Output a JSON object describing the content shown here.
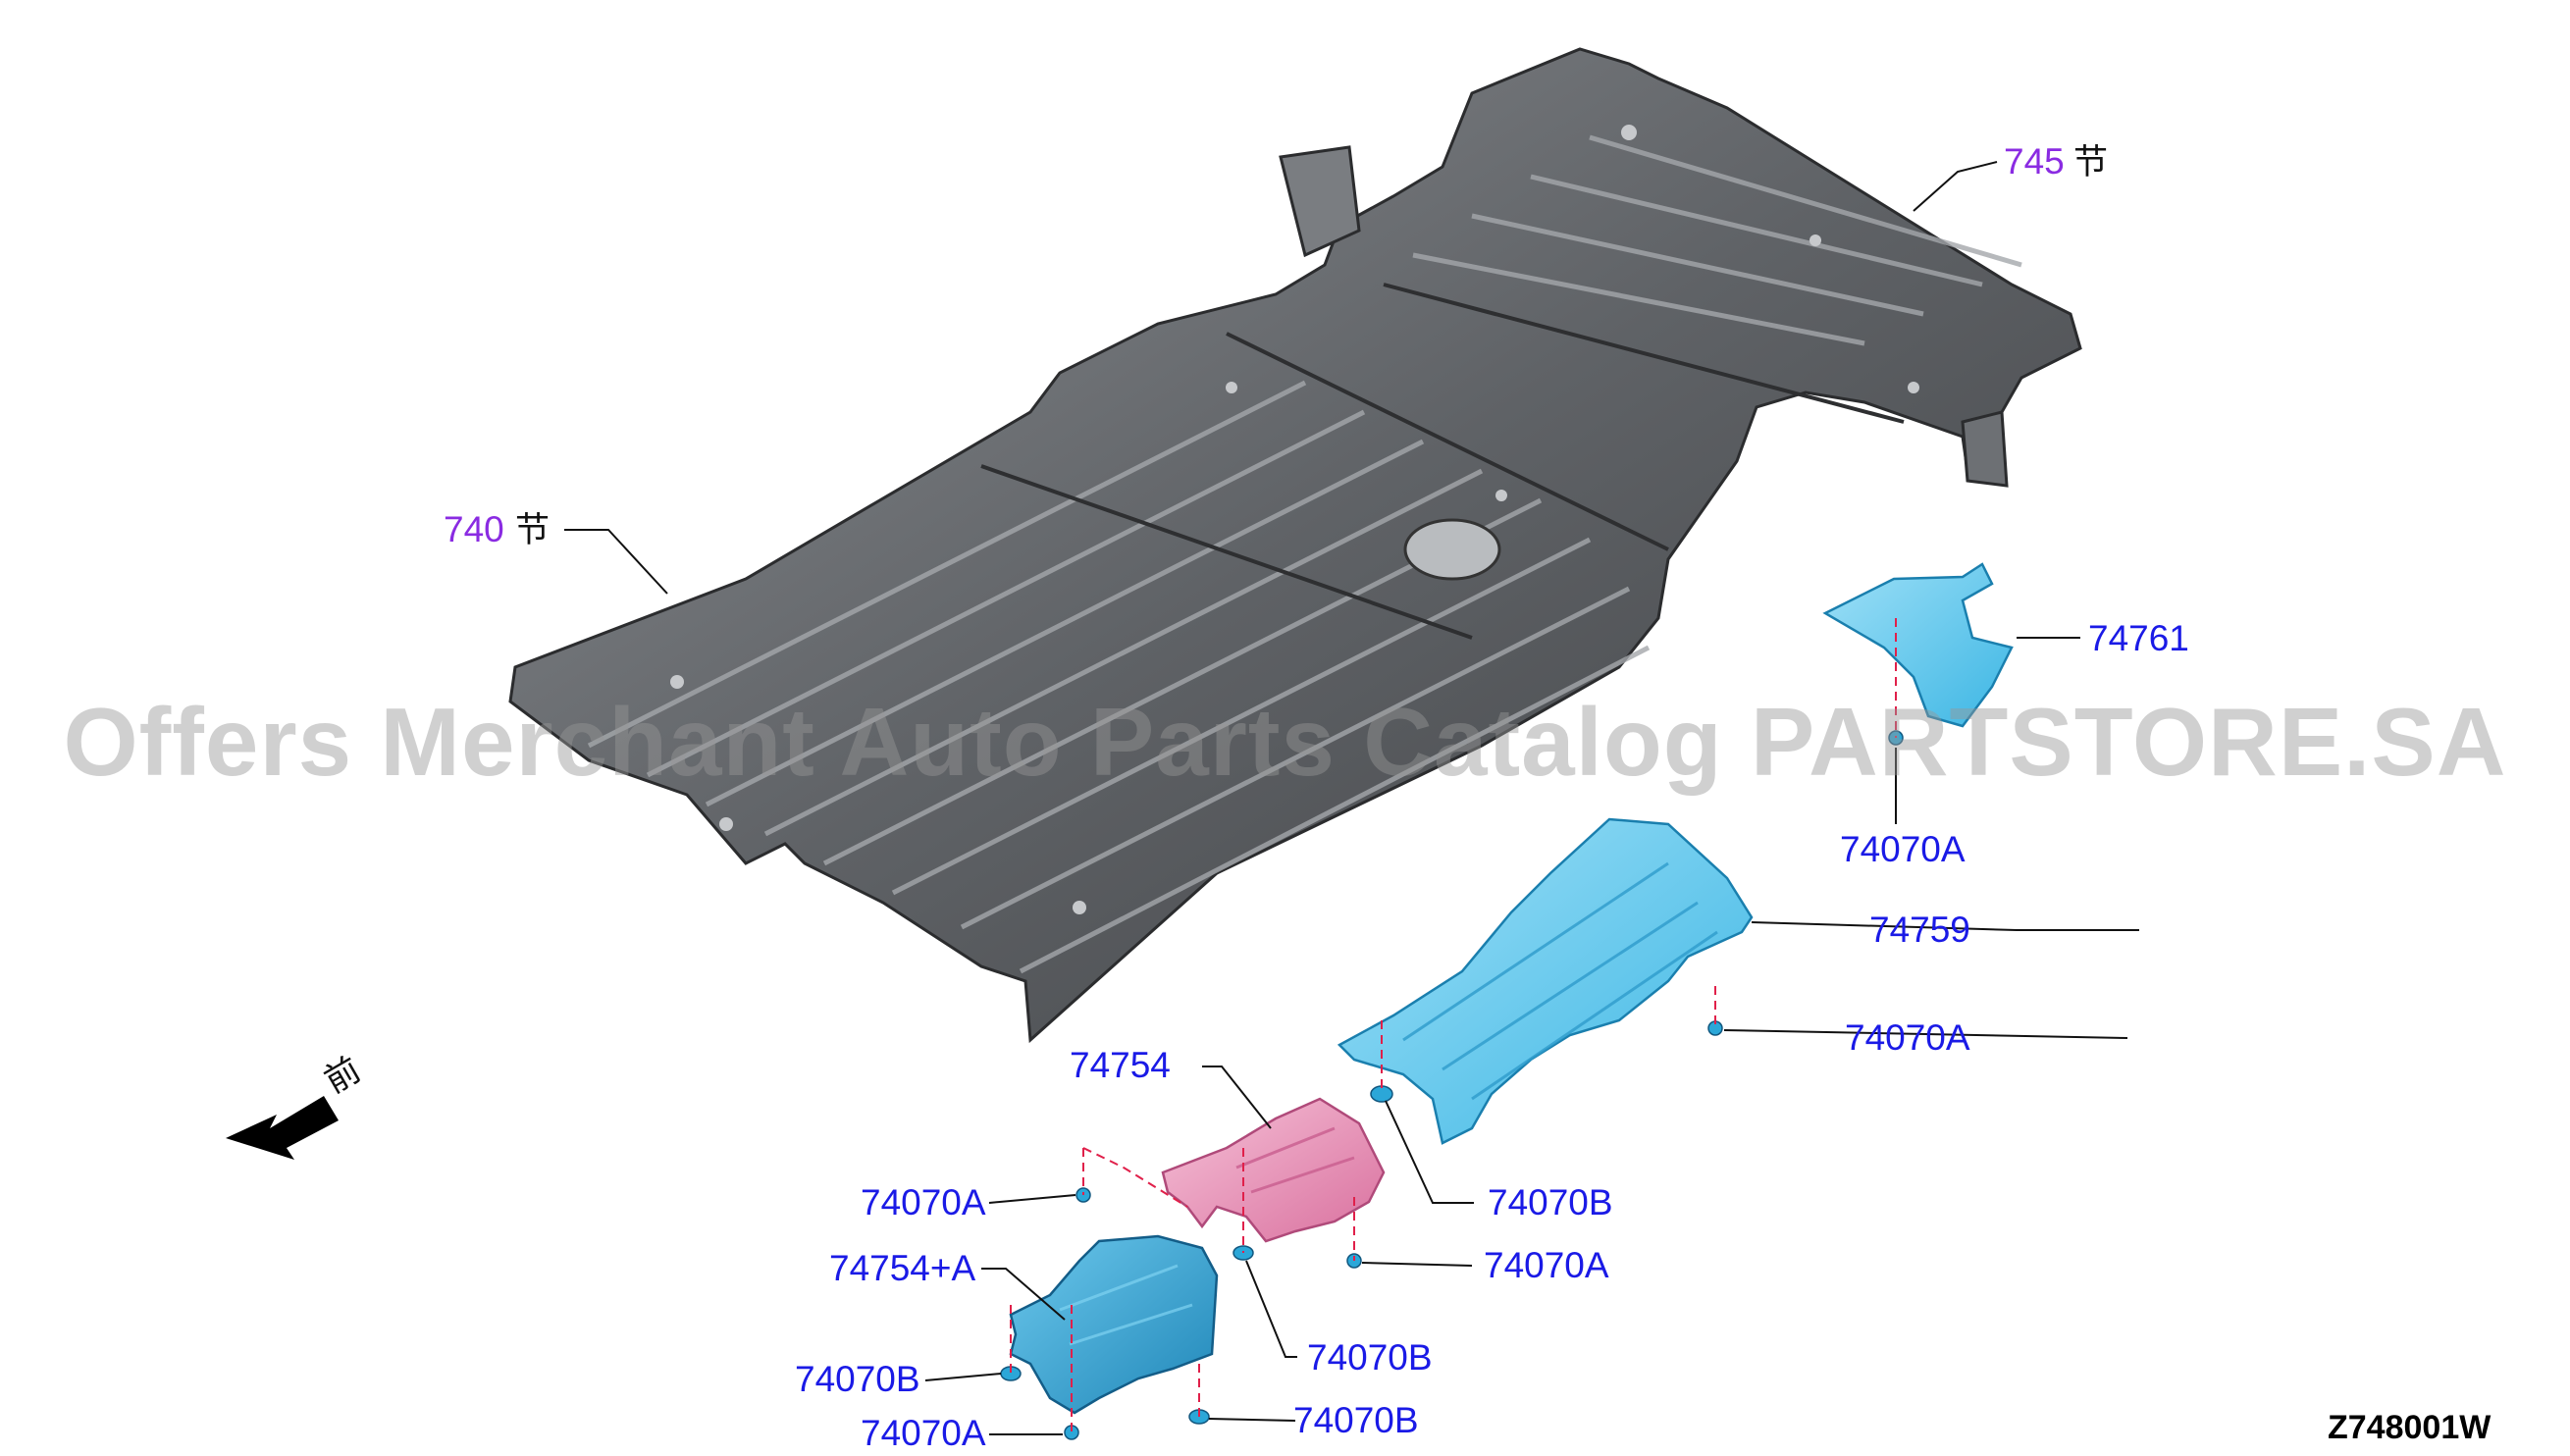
{
  "sections": {
    "s740": {
      "number": "740",
      "suffix": "节"
    },
    "s745": {
      "number": "745",
      "suffix": "节"
    }
  },
  "direction": {
    "label": "前"
  },
  "parts": {
    "p74761": "74761",
    "p74759": "74759",
    "p74754": "74754",
    "p74754a": "74754+A",
    "c1": "74070A",
    "c2": "74070A",
    "c3": "74070B",
    "c4": "74070A",
    "c5": "74070A",
    "c6": "74070B",
    "c7": "74070B",
    "c8": "74070A",
    "c9": "74070B"
  },
  "diagram_code": "Z748001W",
  "watermark": "Offers Merchant Auto Parts Catalog PARTSTORE.SA",
  "colors": {
    "floor_panel": "#5a5c5f",
    "heat_insulator_blue": "#4fc3ea",
    "heat_insulator_teal": "#2e9fcb",
    "heat_insulator_pink": "#e78fb4",
    "callout_text": "#1a1ae6",
    "section_text": "#8a2be2"
  }
}
